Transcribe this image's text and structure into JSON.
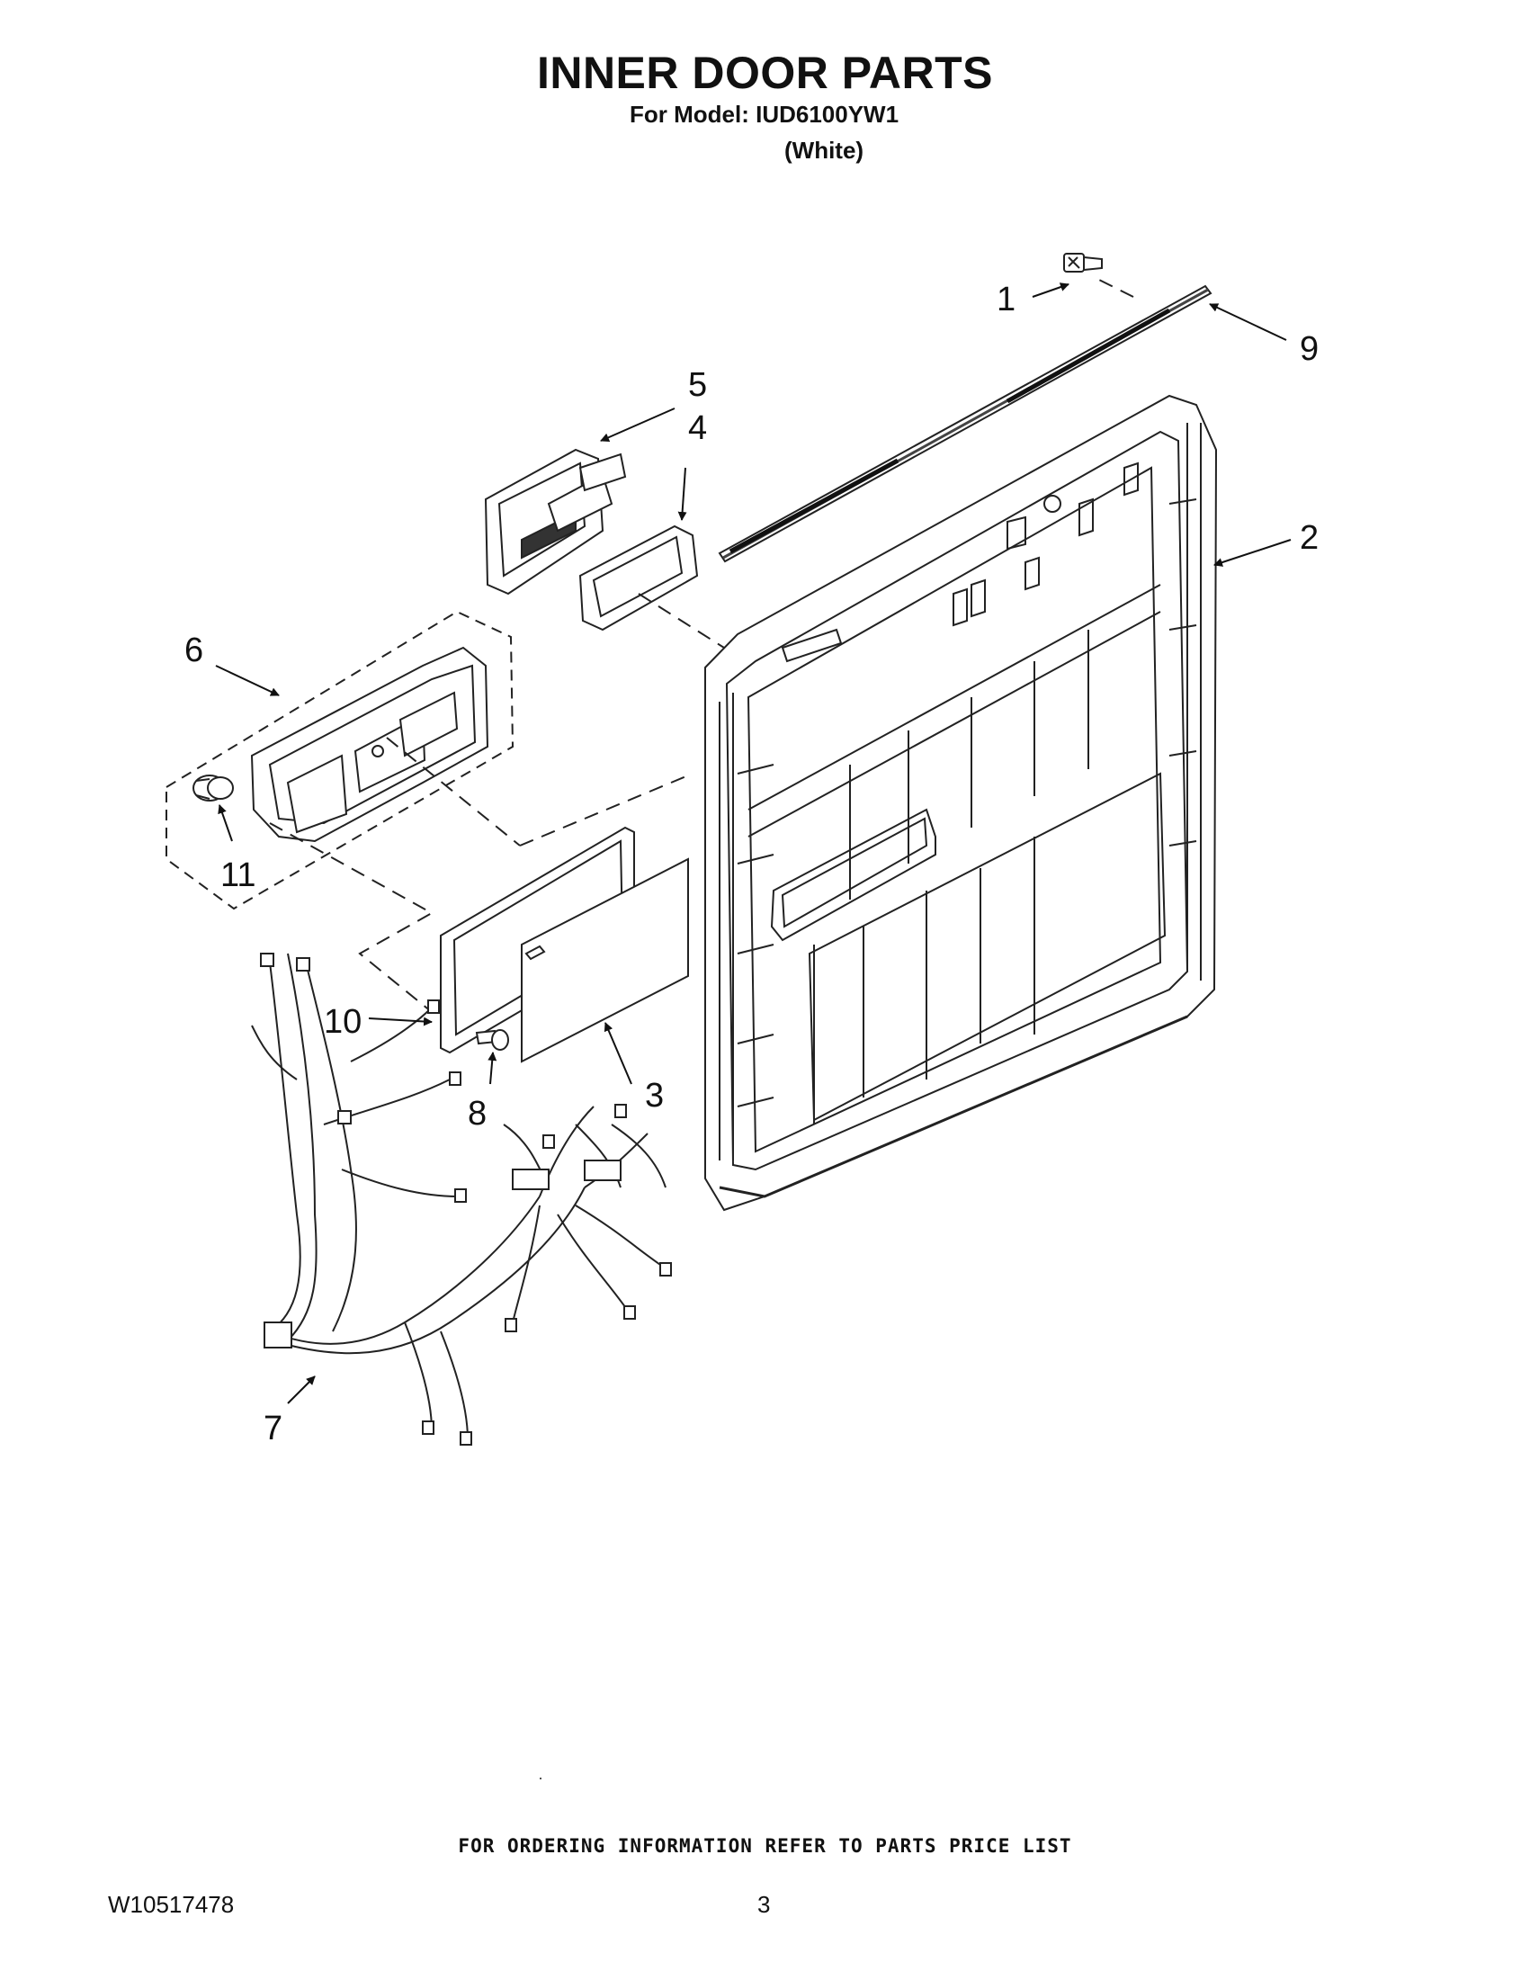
{
  "header": {
    "title": "INNER DOOR PARTS",
    "model_line": "For Model: IUD6100YW1",
    "color_line": "(White)"
  },
  "callouts": {
    "c1": "1",
    "c2": "2",
    "c3": "3",
    "c4": "4",
    "c5": "5",
    "c6": "6",
    "c7": "7",
    "c8": "8",
    "c9": "9",
    "c10": "10",
    "c11": "11"
  },
  "footer": {
    "note": "FOR ORDERING INFORMATION REFER TO PARTS PRICE LIST",
    "doc_number": "W10517478",
    "page_number": "3"
  }
}
